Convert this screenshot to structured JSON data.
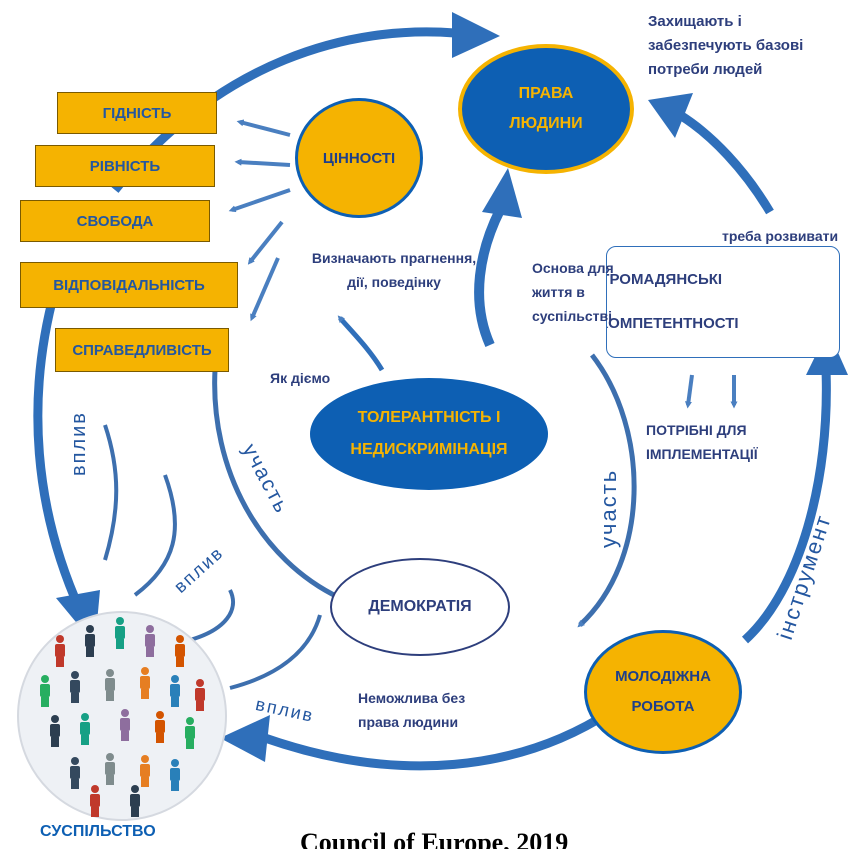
{
  "colors": {
    "arrow_blue": "#2f6fba",
    "dark_blue": "#0d5fb3",
    "gold": "#f5b301",
    "text_blue": "#2d3e7c"
  },
  "values_boxes": [
    "ГІДНІСТЬ",
    "РІВНІСТЬ",
    "СВОБОДА",
    "ВІДПОВІДАЛЬНІСТЬ",
    "СПРАВЕДЛИВІСТЬ"
  ],
  "nodes": {
    "human_rights": [
      "ПРАВА",
      "ЛЮДИНИ"
    ],
    "values": "ЦІННОСТІ",
    "tolerance": [
      "ТОЛЕРАНТНІСТЬ І",
      "НЕДИСКРИМІНАЦІЯ"
    ],
    "democracy": "ДЕМОКРАТІЯ",
    "youth_work": [
      "МОЛОДІЖНА",
      "РОБОТА"
    ],
    "civic": [
      "ГРОМАДЯНСЬКІ",
      "КОМПЕТЕНТНОСТІ"
    ],
    "society": "СУСПІЛЬСТВО"
  },
  "labels": {
    "protect": [
      "Захищають і",
      "забезпечують базові",
      "потреби людей"
    ],
    "need_develop": "треба розвивати",
    "define": [
      "Визначають прагнення,",
      "дії, поведінку"
    ],
    "basis": [
      "Основа для",
      "життя в",
      "суспільстві"
    ],
    "how_act": "Як діємо",
    "needed_impl": [
      "ПОТРІБНІ ДЛЯ",
      "ІМПЛЕМЕНТАЦІЇ"
    ],
    "impossible": [
      "Неможлива без",
      "права людини"
    ],
    "influence": "вплив",
    "participation": "участь",
    "instrument": "інструмент",
    "caption": "Council of Europe, 2019"
  }
}
